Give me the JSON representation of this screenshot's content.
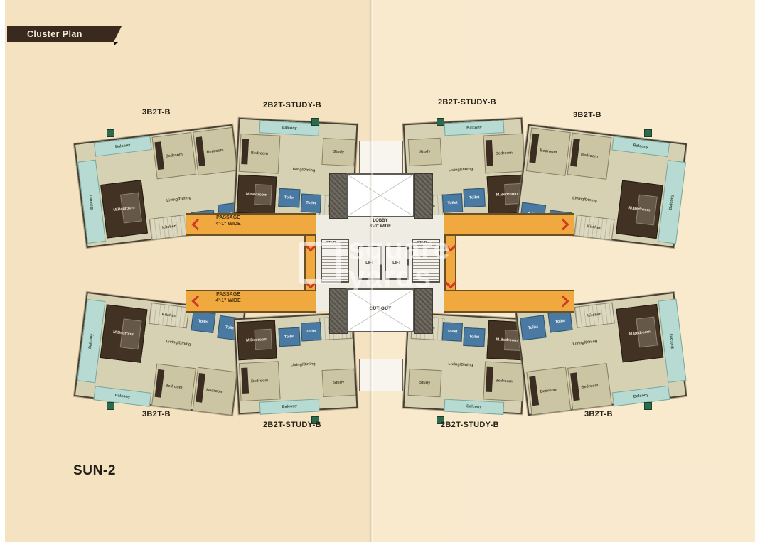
{
  "page": {
    "background_color": "#f5e2c1",
    "watermark": {
      "line1": "square",
      "line2": "yards"
    }
  },
  "header": {
    "badge_label": "Cluster Plan"
  },
  "plan": {
    "name": "SUN-2",
    "unit_labels": [
      {
        "position": "top-left",
        "text": "3B2T-B"
      },
      {
        "position": "top-mid-left",
        "text": "2B2T-STUDY-B"
      },
      {
        "position": "top-mid-right",
        "text": "2B2T-STUDY-B"
      },
      {
        "position": "top-right",
        "text": "3B2T-B"
      },
      {
        "position": "bottom-left",
        "text": "3B2T-B"
      },
      {
        "position": "bottom-mid-left",
        "text": "2B2T-STUDY-B"
      },
      {
        "position": "bottom-mid-right",
        "text": "2B2T-STUDY-B"
      },
      {
        "position": "bottom-right",
        "text": "3B2T-B"
      }
    ],
    "room_labels": {
      "balcony": "Balcony",
      "bedroom": "Bedroom",
      "m_bedroom": "M.Bedroom",
      "living_dining": "Living/Dining",
      "kitchen": "Kitchen",
      "toilet": "Toilet",
      "study": "Study"
    },
    "core": {
      "lobby_line1": "LOBBY",
      "lobby_line2": "8'-0\" WIDE",
      "lift": "LIFT",
      "stair": "STAIR",
      "cutout": "CUT-OUT",
      "passage_line1": "PASSAGE",
      "passage_line2": "4'-1\" WIDE"
    },
    "colors": {
      "passage": "#f0a93e",
      "balcony": "#b7dbd2",
      "toilet": "#4a7aa2",
      "furniture": "#423224",
      "unit_body": "#d7d1b4",
      "arrow": "#cf3b24"
    }
  }
}
